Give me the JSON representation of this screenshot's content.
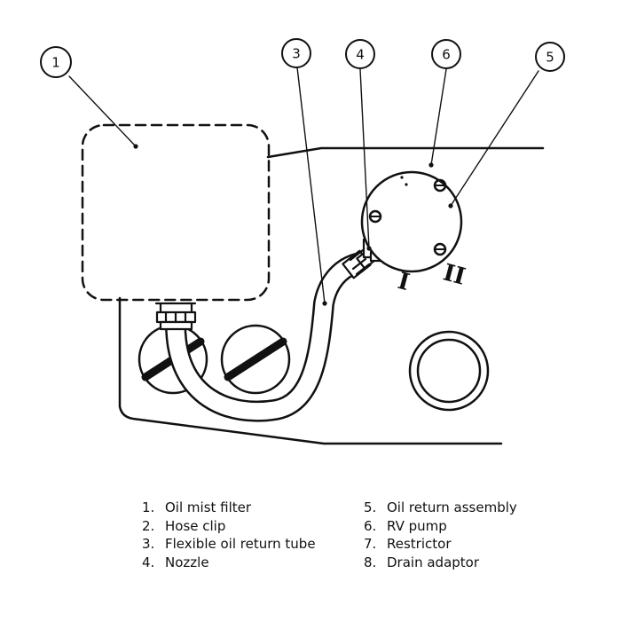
{
  "callouts": [
    "1",
    "3",
    "4",
    "6",
    "5"
  ],
  "markings": {
    "left": "I",
    "right": "II"
  },
  "legend": {
    "left": [
      {
        "num": "1.",
        "label": "Oil mist filter"
      },
      {
        "num": "2.",
        "label": "Hose clip"
      },
      {
        "num": "3.",
        "label": "Flexible oil return tube"
      },
      {
        "num": "4.",
        "label": "Nozzle"
      }
    ],
    "right": [
      {
        "num": "5.",
        "label": "Oil return assembly"
      },
      {
        "num": "6.",
        "label": "RV pump"
      },
      {
        "num": "7.",
        "label": "Restrictor"
      },
      {
        "num": "8.",
        "label": "Drain adaptor"
      }
    ]
  }
}
